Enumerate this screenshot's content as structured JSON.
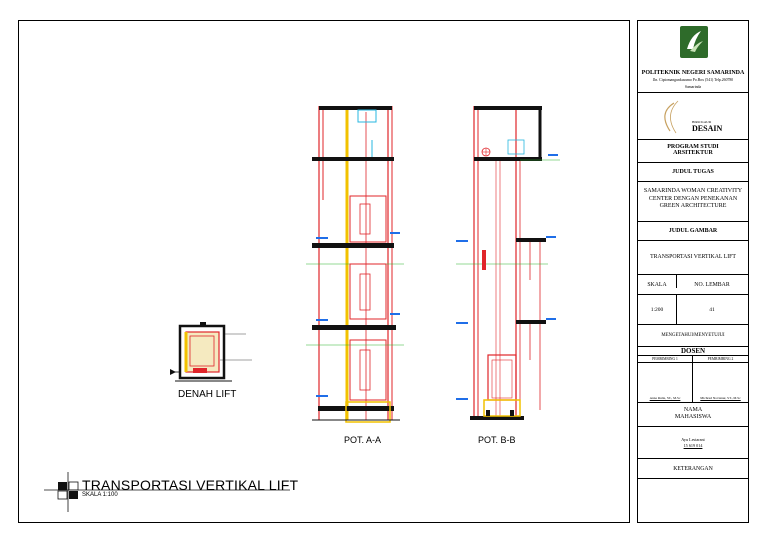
{
  "sheet": {
    "main_title": "TRANSPORTASI VERTIKAL LIFT",
    "scale_label": "SKALA  1:100"
  },
  "views": {
    "plan_title": "DENAH LIFT",
    "section_a_title": "POT. A-A",
    "section_b_title": "POT. B-B"
  },
  "title_block": {
    "institution": "POLITEKNIK NEGERI SAMARINDA",
    "address": "Jln. Ciptomangunkusumo Po.Box (541)   Telp.260780",
    "city": "Samarinda",
    "bureau_small": "BIRO KAUR",
    "bureau": "DESAIN",
    "program_label": "PROGRAM STUDI",
    "program": "ARSITEKTUR",
    "project_label": "JUDUL TUGAS",
    "project": "SAMARINDA WOMAN CREATIVITY CENTER DENGAN PENEKANAN GREEN ARCHITECTURE",
    "drawing_label": "JUDUL GAMBAR",
    "drawing": "TRANSPORTASI VERTIKAL LIFT",
    "scale_label": "SKALA",
    "sheet_label": "NO. LEMBAR",
    "scale": "1:200",
    "sheet_no": "41",
    "approval": "MENGETAHUI/MENYETUJUI",
    "lecturer": "DOSEN",
    "supervisor1_label": "PEMBIMBING 1",
    "supervisor2_label": "PEMBIMBING 2",
    "supervisor1": "Anna Rulia, ST., M.Sc",
    "supervisor2": "Michrud Novianur, ST., M.Sc",
    "student_label": "NAMA MAHASISWA",
    "student_name": "Ayu Lestarani",
    "student_id": "15 619 014",
    "notes_label": "KETERANGAN"
  },
  "colors": {
    "wall": "#e0252a",
    "slab": "#111111",
    "yellow": "#f2c200",
    "green": "#2bb52b",
    "blue": "#1f6ee8",
    "cyan": "#27b7e0",
    "logo": "#2e6b2a"
  }
}
